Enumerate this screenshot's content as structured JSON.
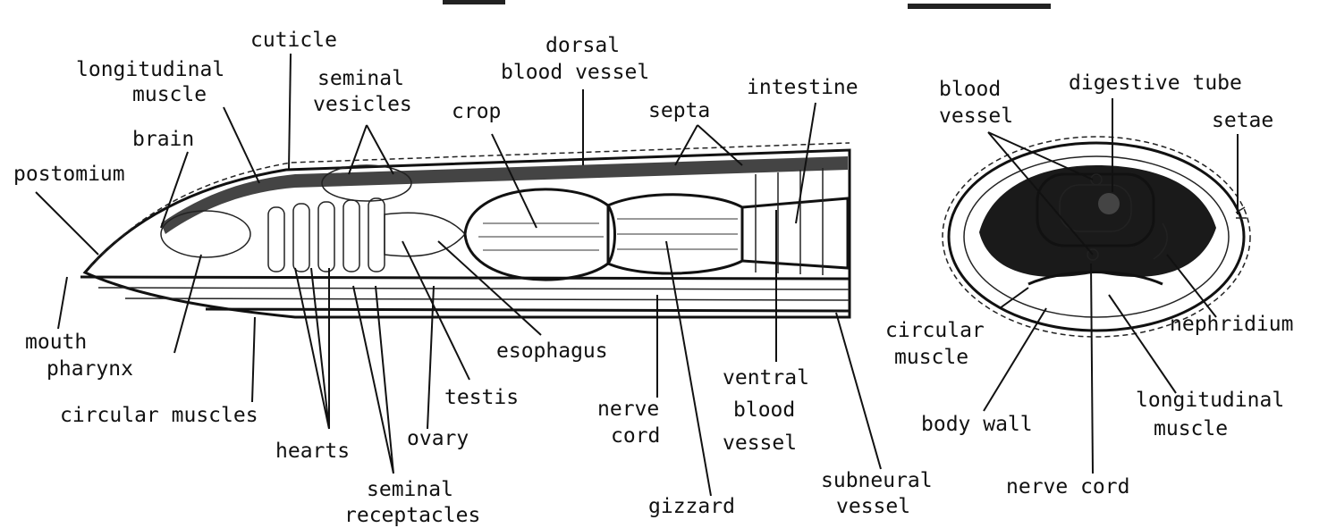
{
  "diagram": {
    "longitudinal_section_labels": {
      "cuticle": "cuticle",
      "longitudinal_muscle": [
        "longitudinal",
        "muscle"
      ],
      "seminal_vesicles": [
        "seminal",
        "vesicles"
      ],
      "dorsal_blood_vessel": [
        "dorsal",
        "blood vessel"
      ],
      "crop": "crop",
      "septa": "septa",
      "intestine": "intestine",
      "brain": "brain",
      "postomium": "postomium",
      "mouth": "mouth",
      "pharynx": "pharynx",
      "circular_muscles": "circular muscles",
      "hearts": "hearts",
      "seminal_receptacles": [
        "seminal",
        "receptacles"
      ],
      "ovary": "ovary",
      "testis": "testis",
      "esophagus": "esophagus",
      "nerve_cord": [
        "nerve",
        "cord"
      ],
      "gizzard": "gizzard",
      "ventral_blood_vessel": [
        "ventral",
        "blood",
        "vessel"
      ],
      "subneural_vessel": [
        "subneural",
        "vessel"
      ]
    },
    "cross_section_labels": {
      "blood_vessel": [
        "blood",
        "vessel"
      ],
      "digestive_tube": "digestive tube",
      "setae": "setae",
      "nephridium": "nephridium",
      "circular_muscle": [
        "circular",
        "muscle"
      ],
      "longitudinal_muscle": [
        "longitudinal",
        "muscle"
      ],
      "body_wall": "body wall",
      "nerve_cord": "nerve cord"
    }
  }
}
